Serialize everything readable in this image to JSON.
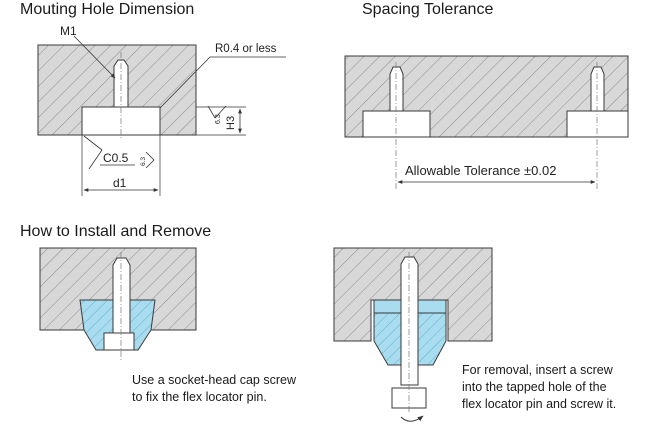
{
  "sections": {
    "mounting_hole": {
      "title": "Mouting Hole Dimension",
      "labels": {
        "m1": "M1",
        "radius": "R0.4 or less",
        "h3": "H3",
        "roughness_top": "6.3",
        "chamfer": "C0.5",
        "roughness_bottom": "6.3",
        "d1": "d1"
      }
    },
    "spacing": {
      "title": "Spacing Tolerance",
      "tolerance_label": "Allowable Tolerance ±0.02"
    },
    "install": {
      "title": "How to Install and Remove",
      "install_caption": [
        "Use a socket-head cap screw",
        "to fix the flex locator pin."
      ],
      "removal_caption": [
        "For removal, insert a screw",
        "into the tapped hole of the",
        "flex locator pin and screw it."
      ]
    }
  },
  "colors": {
    "plate_fill": "#d6d6d6",
    "hatch": "#8a8a8a",
    "outline": "#3a3a3a",
    "insert_fill": "#a8dcee",
    "white": "#ffffff"
  }
}
